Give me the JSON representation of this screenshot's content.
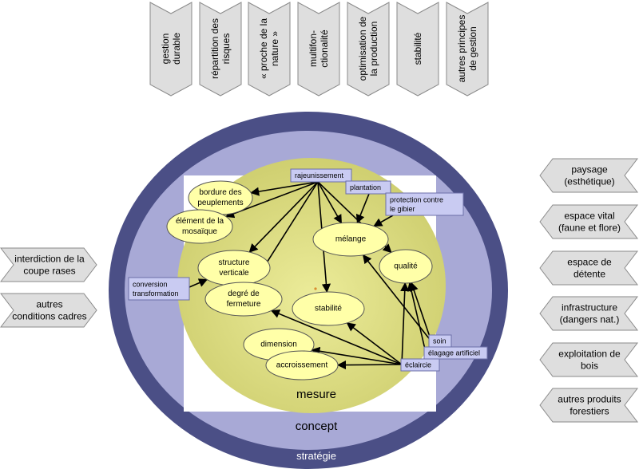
{
  "top_principles": [
    {
      "lines": [
        "gestion",
        "durable"
      ]
    },
    {
      "lines": [
        "répartition des",
        "risques"
      ]
    },
    {
      "lines": [
        "« proche de la",
        "nature »"
      ]
    },
    {
      "lines": [
        "multifon-",
        "ctionalité"
      ]
    },
    {
      "lines": [
        "optimisation de",
        "la production"
      ]
    },
    {
      "lines": [
        "stabilité"
      ]
    },
    {
      "lines": [
        "autres principes",
        "de gestion"
      ]
    }
  ],
  "right_functions": [
    {
      "lines": [
        "paysage",
        "(esthétique)"
      ]
    },
    {
      "lines": [
        "espace vital",
        "(faune et flore)"
      ]
    },
    {
      "lines": [
        "espace de",
        "détente"
      ]
    },
    {
      "lines": [
        "infrastructure",
        "(dangers nat.)"
      ]
    },
    {
      "lines": [
        "exploitation de",
        "bois"
      ]
    },
    {
      "lines": [
        "autres produits",
        "forestiers"
      ]
    }
  ],
  "left_conditions": [
    {
      "lines": [
        "interdiction de la",
        "coupe rases"
      ]
    },
    {
      "lines": [
        "autres",
        "conditions cadres"
      ]
    }
  ],
  "levels": {
    "mesure": "mesure",
    "concept": "concept",
    "strategie": "stratégie"
  },
  "measures": [
    {
      "id": "rajeunissement",
      "lines": [
        "rajeunissement"
      ]
    },
    {
      "id": "plantation",
      "lines": [
        "plantation"
      ]
    },
    {
      "id": "protection",
      "lines": [
        "protection contre",
        "le gibier"
      ]
    },
    {
      "id": "conversion",
      "lines": [
        "conversion",
        "transformation"
      ]
    },
    {
      "id": "soin",
      "lines": [
        "soin"
      ]
    },
    {
      "id": "elagage",
      "lines": [
        "élagage artificiel"
      ]
    },
    {
      "id": "eclaircie",
      "lines": [
        "éclaircie"
      ]
    }
  ],
  "targets": [
    {
      "id": "bordure",
      "lines": [
        "bordure des",
        "peuplements"
      ]
    },
    {
      "id": "element",
      "lines": [
        "élément de la",
        "mosaïque"
      ]
    },
    {
      "id": "melange",
      "lines": [
        "mélange"
      ]
    },
    {
      "id": "qualite",
      "lines": [
        "qualité"
      ]
    },
    {
      "id": "structure",
      "lines": [
        "structure",
        "verticale"
      ]
    },
    {
      "id": "fermeture",
      "lines": [
        "degré de",
        "fermeture"
      ]
    },
    {
      "id": "stabilite",
      "lines": [
        "stabilité"
      ]
    },
    {
      "id": "dimension",
      "lines": [
        "dimension"
      ]
    },
    {
      "id": "accroissement",
      "lines": [
        "accroissement"
      ]
    }
  ],
  "edges": [
    {
      "from": "rajeunissement",
      "to": "bordure"
    },
    {
      "from": "rajeunissement",
      "to": "element"
    },
    {
      "from": "rajeunissement",
      "to": "structure"
    },
    {
      "from": "rajeunissement",
      "to": "fermeture"
    },
    {
      "from": "rajeunissement",
      "to": "stabilite"
    },
    {
      "from": "rajeunissement",
      "to": "melange"
    },
    {
      "from": "rajeunissement",
      "to": "qualite"
    },
    {
      "from": "plantation",
      "to": "melange"
    },
    {
      "from": "protection",
      "to": "melange"
    },
    {
      "from": "conversion",
      "to": "structure"
    },
    {
      "from": "soin",
      "to": "qualite"
    },
    {
      "from": "soin",
      "to": "melange"
    },
    {
      "from": "elagage",
      "to": "qualite"
    },
    {
      "from": "eclaircie",
      "to": "qualite"
    },
    {
      "from": "eclaircie",
      "to": "stabilite"
    },
    {
      "from": "eclaircie",
      "to": "fermeture"
    },
    {
      "from": "eclaircie",
      "to": "accroissement"
    },
    {
      "from": "eclaircie",
      "to": "dimension"
    }
  ],
  "colors": {
    "outer_ring": "#4b4f86",
    "middle_ring": "#a8a9d6",
    "inner_disc": "#dcdc84",
    "target_fill": "#ffffa8",
    "measure_fill": "#c9cbf2",
    "box_fill": "#dedede"
  }
}
